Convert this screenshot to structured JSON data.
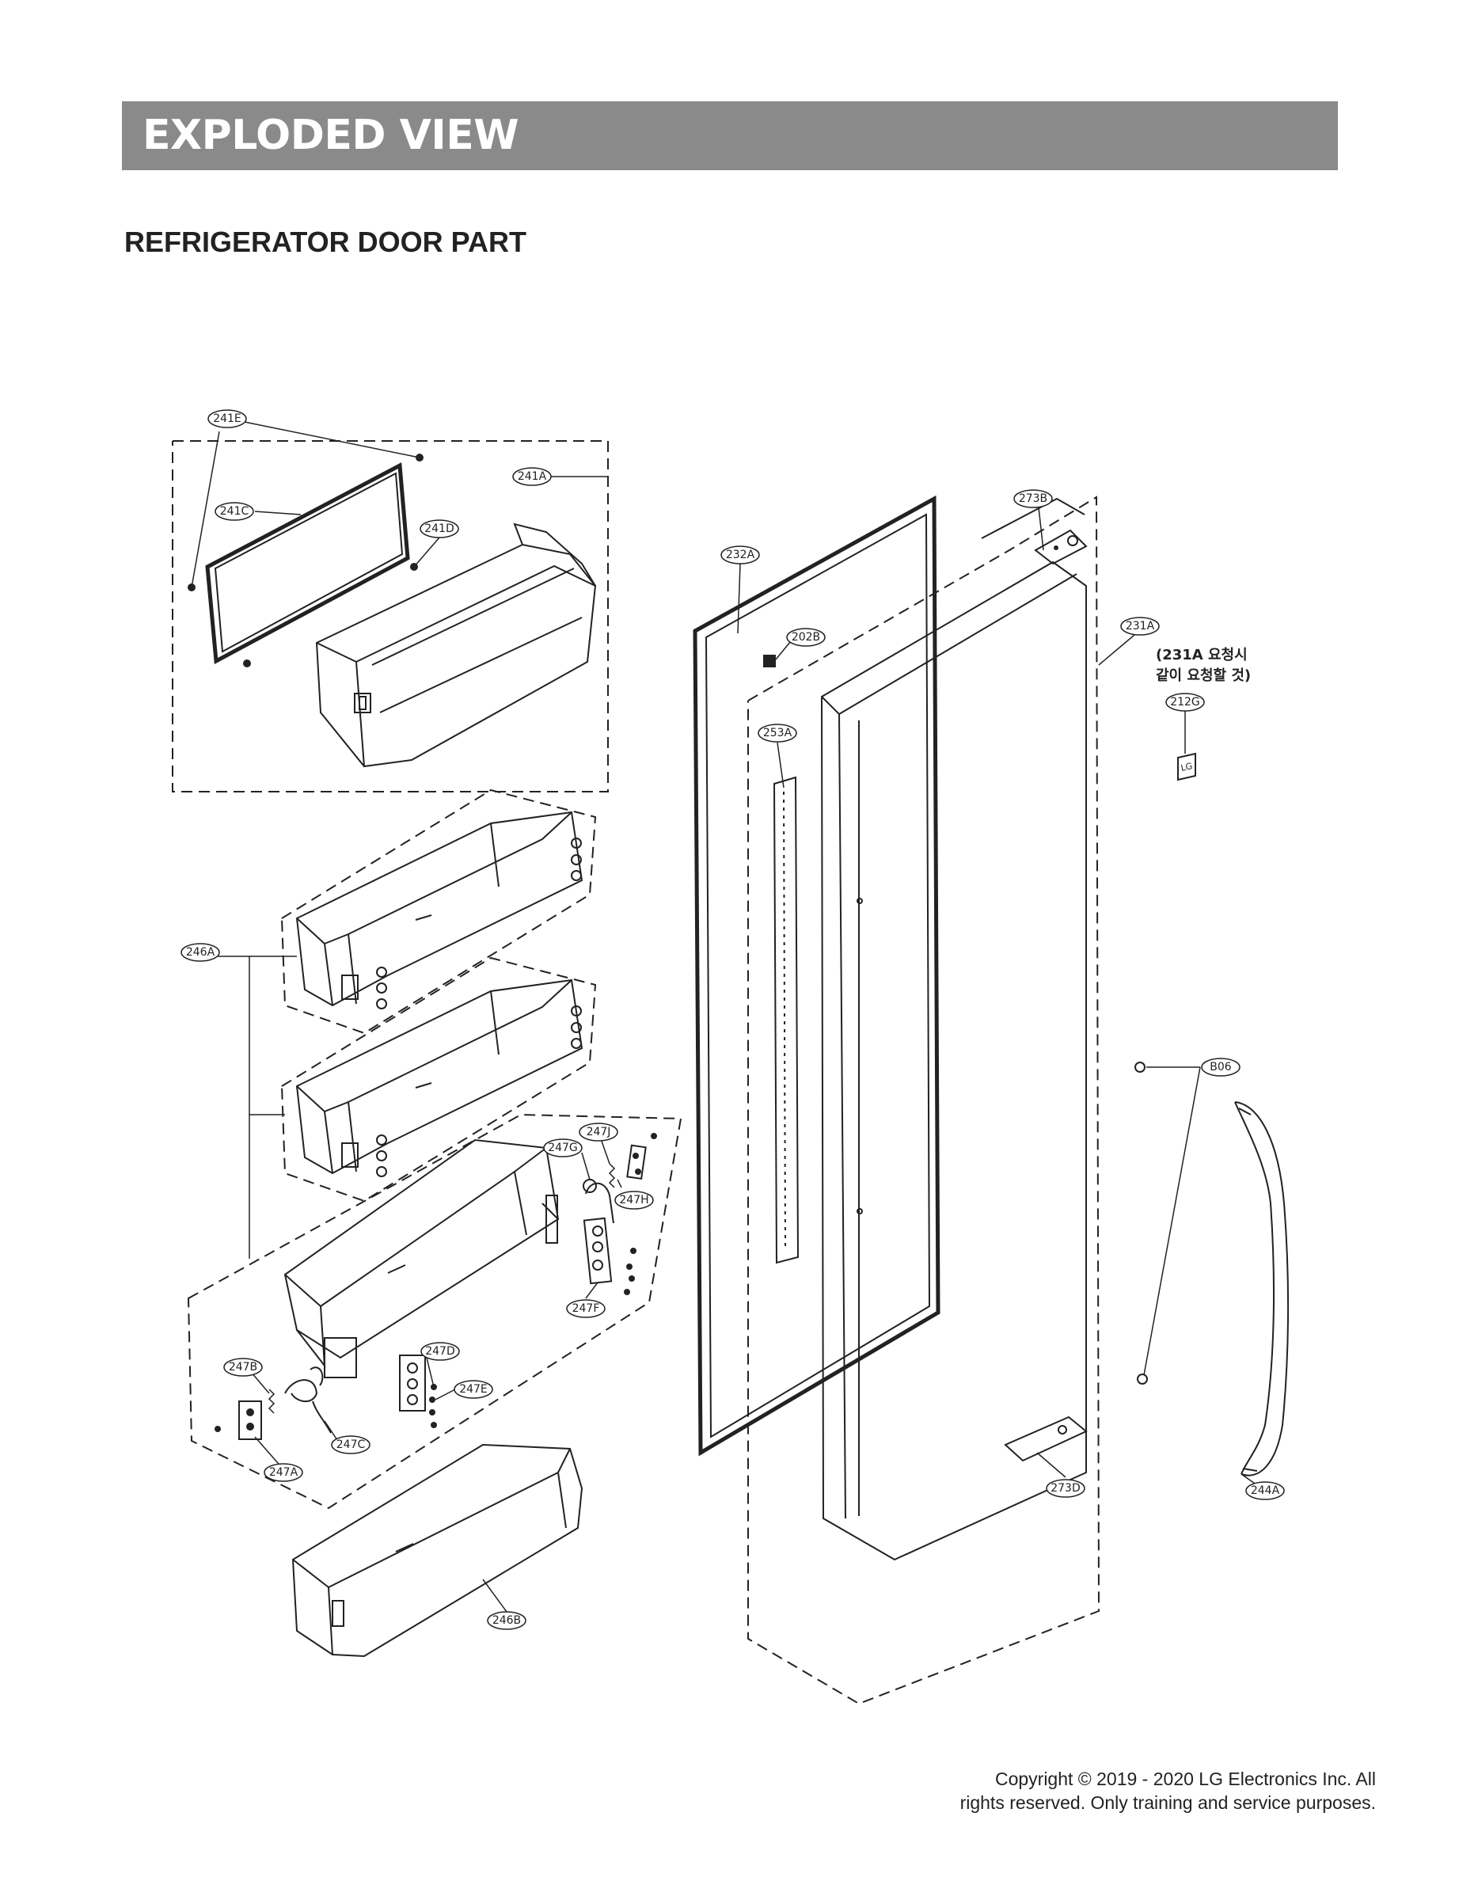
{
  "header": {
    "banner_title": "EXPLODED VIEW",
    "section_title": "REFRIGERATOR DOOR PART"
  },
  "diagram": {
    "callouts": {
      "241E": "241E",
      "241A": "241A",
      "241C": "241C",
      "241D": "241D",
      "273B": "273B",
      "232A": "232A",
      "202B": "202B",
      "231A": "231A",
      "212G": "212G",
      "253A": "253A",
      "246A": "246A",
      "B06": "B06",
      "247J": "247J",
      "247G": "247G",
      "247H": "247H",
      "247F": "247F",
      "247D": "247D",
      "247B": "247B",
      "247E": "247E",
      "247C": "247C",
      "247A": "247A",
      "273D": "273D",
      "244A": "244A",
      "246B": "246B"
    },
    "note_lines": [
      "(231A 요청시",
      "같이 요청할 것)"
    ],
    "logo_badge": "LG"
  },
  "footer": {
    "copyright_line1": "Copyright © 2019 - 2020 LG Electronics Inc. All",
    "copyright_line2": "rights reserved. Only training and service purposes."
  }
}
